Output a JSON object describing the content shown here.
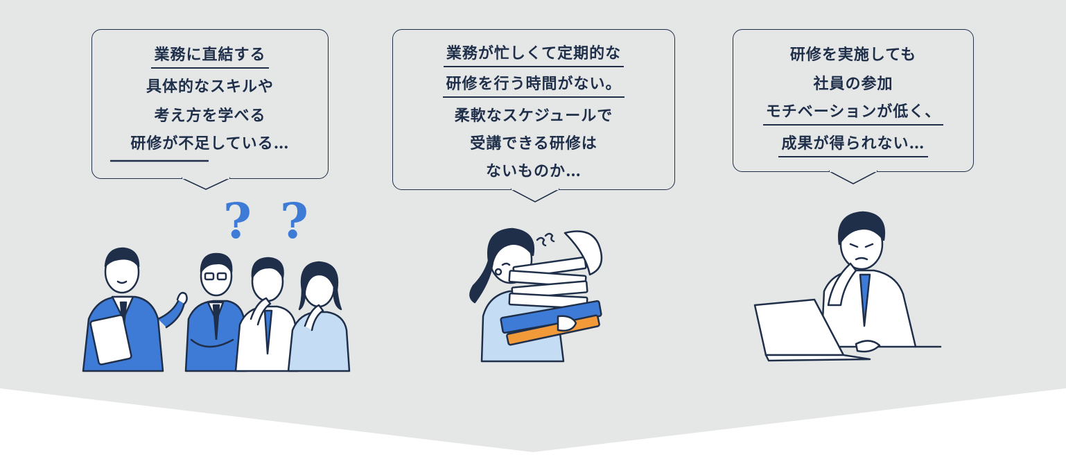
{
  "colors": {
    "background": "#e5e6e6",
    "ink": "#1f2f4a",
    "accent_blue": "#3d7bd6",
    "light_blue": "#c5dcf5",
    "orange": "#f29a3a"
  },
  "bubbles": [
    {
      "lines": [
        "業務に直結する",
        "具体的なスキルや",
        "考え方を学べる",
        "研修が不足している…"
      ]
    },
    {
      "lines": [
        "業務が忙しくて定期的な",
        "研修を行う時間がない。",
        "柔軟なスケジュールで",
        "受講できる研修は",
        "ないものか…"
      ]
    },
    {
      "lines": [
        "研修を実施しても",
        "社員の参加",
        "モチベーションが低く、",
        "成果が得られない…"
      ]
    }
  ],
  "question_marks": [
    "?",
    "?"
  ],
  "icons": [
    "meeting-group-illustration",
    "overwhelmed-paperwork-illustration",
    "worried-laptop-worker-illustration"
  ]
}
